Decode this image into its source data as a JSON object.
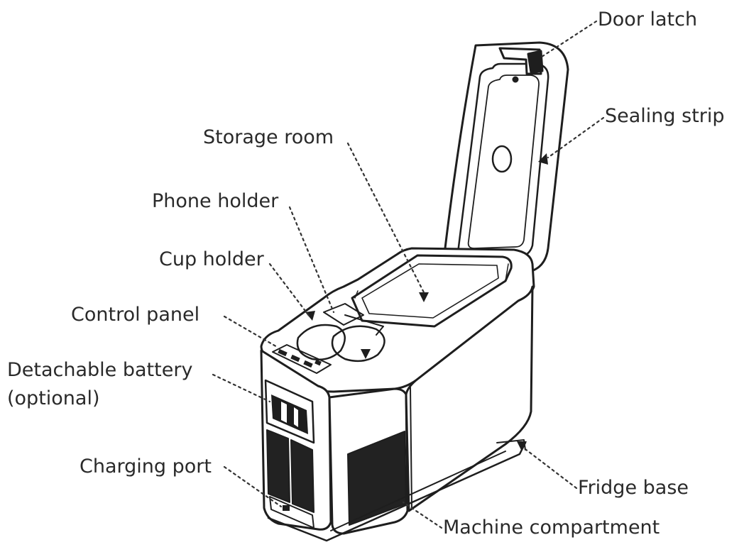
{
  "diagram": {
    "labels": {
      "door_latch": "Door latch",
      "sealing_strip": "Sealing strip",
      "storage_room": "Storage room",
      "phone_holder": "Phone holder",
      "cup_holder": "Cup holder",
      "control_panel": "Control panel",
      "detachable_battery": "Detachable battery",
      "detachable_battery_note": "(optional)",
      "charging_port": "Charging port",
      "fridge_base": "Fridge base",
      "machine_compartment": "Machine compartment"
    },
    "colors": {
      "line": "#1e1e1e",
      "label_text": "#2a2a2a",
      "background": "#ffffff",
      "vent_fill": "#222222"
    }
  }
}
